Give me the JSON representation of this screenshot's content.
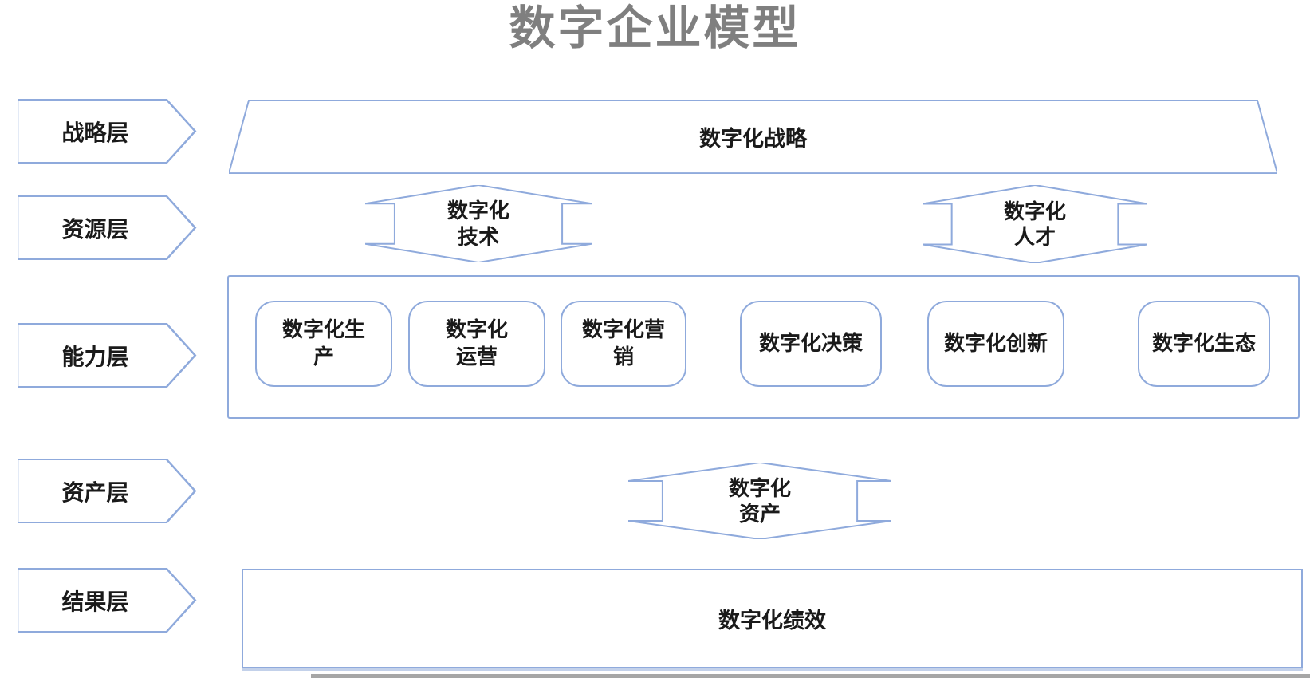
{
  "title": "数字企业模型",
  "colors": {
    "shape_border": "#8FAADC",
    "title_text": "#7F7F7F",
    "label_text": "#1A1A1A",
    "bottom_strip": "#A6A6A6"
  },
  "layer_labels": [
    {
      "label": "战略层"
    },
    {
      "label": "资源层"
    },
    {
      "label": "能力层"
    },
    {
      "label": "资产层"
    },
    {
      "label": "结果层"
    }
  ],
  "strategy_band": {
    "label": "数字化战略"
  },
  "resource_arrows": [
    {
      "label": "数字化\n技术"
    },
    {
      "label": "数字化\n人才"
    }
  ],
  "capability_boxes": [
    {
      "label": "数字化生\n产"
    },
    {
      "label": "数字化\n运营"
    },
    {
      "label": "数字化营\n销"
    },
    {
      "label": "数字化决策"
    },
    {
      "label": "数字化创新"
    },
    {
      "label": "数字化生态"
    }
  ],
  "asset_arrow": {
    "label": "数字化\n资产"
  },
  "result_band": {
    "label": "数字化绩效"
  }
}
